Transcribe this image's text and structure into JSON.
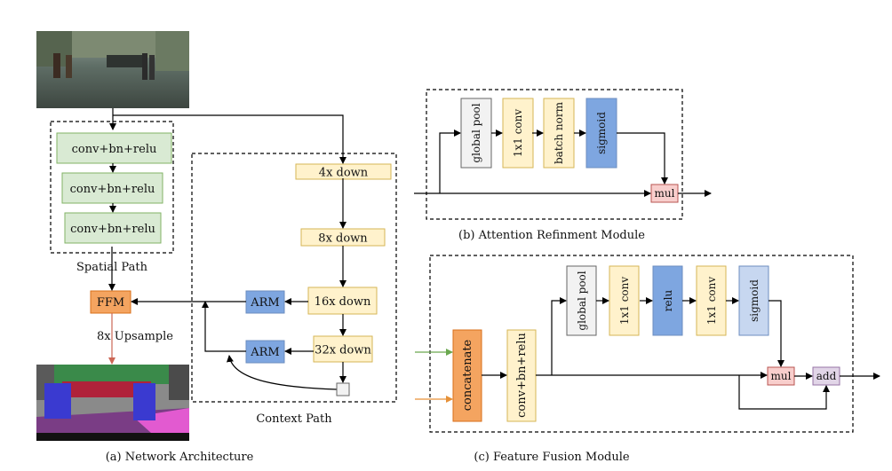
{
  "network": {
    "spatial": [
      "conv+bn+relu",
      "conv+bn+relu",
      "conv+bn+relu"
    ],
    "spatial_label": "Spatial  Path",
    "context": [
      "4x down",
      "8x down",
      "16x down",
      "32x down"
    ],
    "context_label": "Context Path",
    "arm": [
      "ARM",
      "ARM"
    ],
    "ffm": "FFM",
    "upsample": "8x Upsample",
    "caption": "(a) Network Architecture"
  },
  "arm_module": {
    "blocks": [
      "global pool",
      "1x1 conv",
      "batch norm",
      "sigmoid"
    ],
    "mul": "mul",
    "caption": "(b) Attention Refinment Module"
  },
  "ffm_module": {
    "concat": "concatenate",
    "cbr": "conv+bn+relu",
    "blocks": [
      "global pool",
      "1x1 conv",
      "relu",
      "1x1 conv",
      "sigmoid"
    ],
    "mul": "mul",
    "add": "add",
    "caption": "(c) Feature Fusion Module"
  },
  "colors": {
    "green_fill": "#d9ead3",
    "green_stroke": "#82b366",
    "yellow_fill": "#fff2cc",
    "yellow_stroke": "#d6b656",
    "blue_fill": "#7ea6e0",
    "blue_stroke": "#6c8ebf",
    "blue_light": "#c7d7f0",
    "orange_fill": "#f4a460",
    "orange_stroke": "#d86f1a",
    "red_fill": "#f8cecc",
    "red_stroke": "#b85450",
    "purple_fill": "#e1d5e7",
    "purple_stroke": "#9673a6",
    "gray_fill": "#f2f2f2",
    "gray_stroke": "#666666"
  }
}
